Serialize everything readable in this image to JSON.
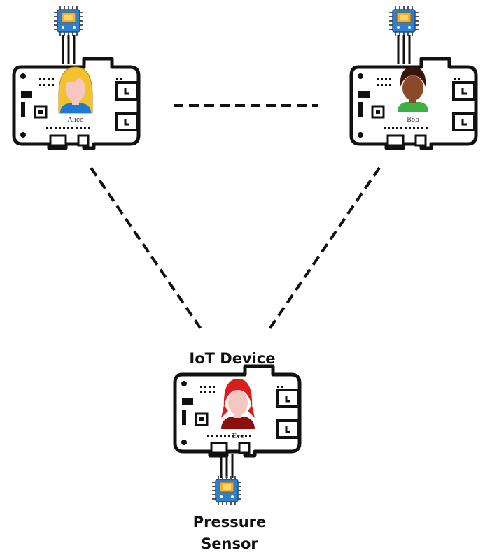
{
  "diagram": {
    "colors": {
      "board_stroke": "#111111",
      "link_dash": "#111111",
      "chip_body": "#2f7fd0",
      "chip_core": "#f0b030",
      "alice_hair": "#f2c12e",
      "alice_shirt": "#1f78d1",
      "bob_hair": "#3a1608",
      "bob_skin": "#8a4a2a",
      "bob_shirt": "#3cb043",
      "eve_hair": "#d81e1e",
      "eve_shirt": "#8c0f0f",
      "skin": "#f6c6c0"
    },
    "nodes": {
      "alice": {
        "name": "Alice"
      },
      "bob": {
        "name": "Bob"
      },
      "eve": {
        "name": "Eve"
      }
    },
    "labels": {
      "iot_device": "IoT Device",
      "sensor_line1": "Pressure",
      "sensor_line2": "Sensor"
    }
  }
}
